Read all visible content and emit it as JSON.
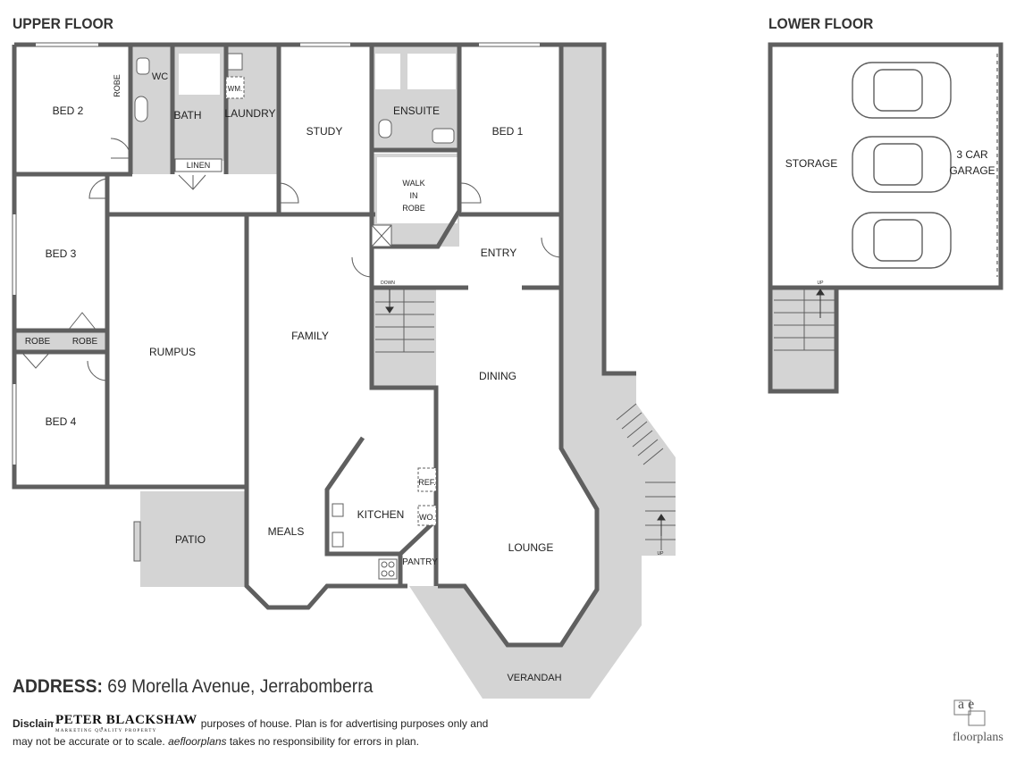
{
  "headings": {
    "upper": "UPPER FLOOR",
    "lower": "LOWER FLOOR"
  },
  "rooms": {
    "bed2": "BED 2",
    "robe_vertical": "ROBE",
    "wc": "WC",
    "bath": "BATH",
    "wm": "WM.",
    "laundry": "LAUNDRY",
    "linen": "LINEN",
    "study": "STUDY",
    "ensuite": "ENSUITE",
    "bed1": "BED 1",
    "walk_in_robe_1": "WALK",
    "walk_in_robe_2": "IN",
    "walk_in_robe_3": "ROBE",
    "entry": "ENTRY",
    "bed3": "BED 3",
    "robe_a": "ROBE",
    "robe_b": "ROBE",
    "bed4": "BED 4",
    "rumpus": "RUMPUS",
    "family": "FAMILY",
    "down": "DOWN",
    "dining": "DINING",
    "ref": "REF.",
    "wo": "WO.",
    "kitchen": "KITCHEN",
    "pantry": "PANTRY",
    "meals": "MEALS",
    "patio": "PATIO",
    "lounge": "LOUNGE",
    "verandah": "VERANDAH",
    "up_stair": "UP",
    "storage": "STORAGE",
    "garage_1": "3 CAR",
    "garage_2": "GARAGE",
    "up_lower": "UP"
  },
  "address": {
    "label": "ADDRESS:",
    "value": "69 Morella Avenue, Jerrabomberra"
  },
  "disclaimer": {
    "label": "Disclaimer:",
    "line1": "Floor plan is for illustrative purposes of house. Plan is for advertising purposes only and",
    "line2_a": "may not be accurate or to scale.",
    "line2_em": "aefloorplans",
    "line2_b": "takes no responsibility for errors in plan."
  },
  "agency": {
    "name": "PETER BLACKSHAW",
    "tagline": "MARKETING QUALITY PROPERTY"
  },
  "logo": {
    "letters": "a e",
    "text": "floorplans"
  },
  "colors": {
    "wall": "#5f5f5f",
    "fill": "#d4d4d4",
    "room": "#ffffff"
  }
}
